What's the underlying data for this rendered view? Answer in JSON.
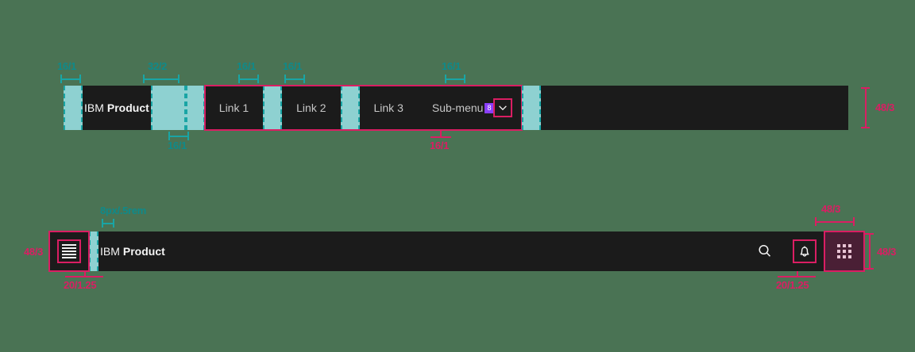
{
  "page": {
    "background_color": "#4a7354",
    "accent_pink": "#da1e63",
    "accent_teal": "#19a5a5",
    "spacer_fill": "#8ed1d1",
    "bar_background": "#1b1b1b",
    "switcher_background": "#4a1f35",
    "badge_color": "#8a3ffc"
  },
  "header_one": {
    "brand": {
      "light": "IBM",
      "bold": "Product"
    },
    "nav_links": [
      {
        "label": "Link 1"
      },
      {
        "label": "Link 2"
      },
      {
        "label": "Link 3"
      }
    ],
    "submenu": {
      "label": "Sub-menu",
      "badge": "8",
      "icon": "chevron-down-icon"
    },
    "annotations": {
      "brand_left_spacing": "16/1",
      "brand_right_spacing": "32/2",
      "nav_gap_spacing": "16/1",
      "link_gap_one": "16/1",
      "link_gap_two": "16/1",
      "submenu_right_spacing": "16/1",
      "chevron_size": "16/1",
      "bar_height": "48/3"
    }
  },
  "header_two": {
    "brand": {
      "light": "IBM",
      "bold": "Product"
    },
    "menu_button": {
      "icon": "hamburger-menu-icon"
    },
    "actions": [
      {
        "icon": "search-icon"
      },
      {
        "icon": "notification-bell-icon"
      },
      {
        "icon": "app-switcher-icon"
      }
    ],
    "annotations": {
      "brand_left_spacing": "8px/.5rem",
      "menu_icon_size": "20/1.25",
      "menu_button_height": "48/3",
      "bell_icon_size": "20/1.25",
      "switcher_width": "48/3",
      "switcher_height": "48/3"
    }
  }
}
